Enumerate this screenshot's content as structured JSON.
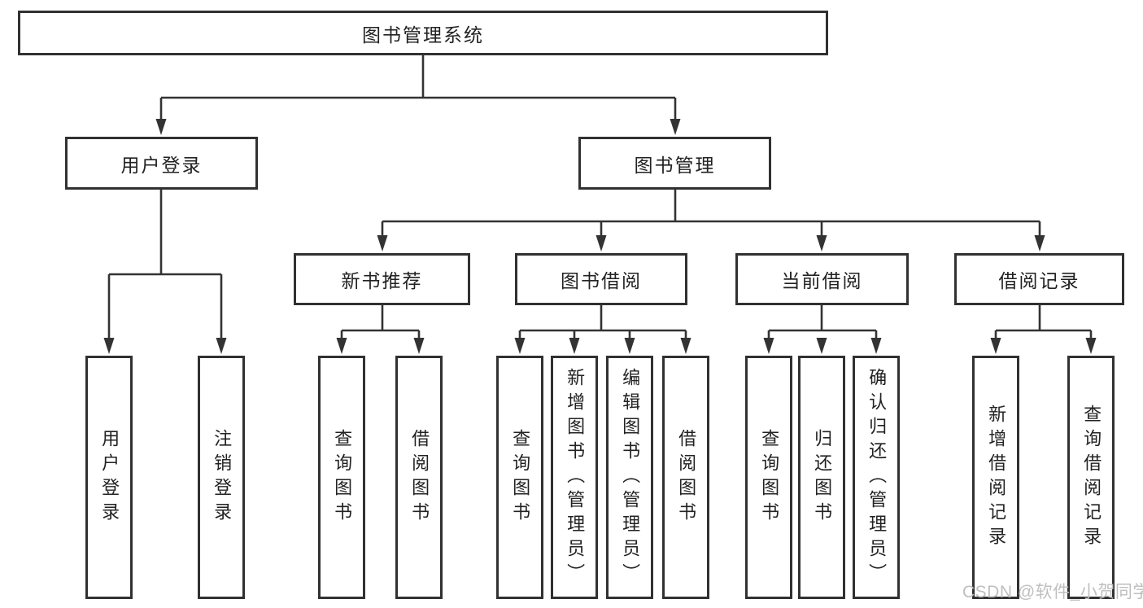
{
  "tree": {
    "label": "图书管理系统",
    "children": [
      {
        "label": "用户登录",
        "children": [
          {
            "label": "用户登录"
          },
          {
            "label": "注销登录"
          }
        ]
      },
      {
        "label": "图书管理",
        "children": [
          {
            "label": "新书推荐",
            "children": [
              {
                "label": "查询图书"
              },
              {
                "label": "借阅图书"
              }
            ]
          },
          {
            "label": "图书借阅",
            "children": [
              {
                "label": "查询图书"
              },
              {
                "label": "新增图书（管理员）"
              },
              {
                "label": "编辑图书（管理员）"
              },
              {
                "label": "借阅图书"
              }
            ]
          },
          {
            "label": "当前借阅",
            "children": [
              {
                "label": "查询图书"
              },
              {
                "label": "归还图书"
              },
              {
                "label": "确认归还（管理员）"
              }
            ]
          },
          {
            "label": "借阅记录",
            "children": [
              {
                "label": "新增借阅记录"
              },
              {
                "label": "查询借阅记录"
              }
            ]
          }
        ]
      }
    ]
  },
  "watermark": "CSDN @软件_小贺同学",
  "colors": {
    "line": "#333333",
    "box_border": "#313131",
    "text": "#222222",
    "background": "#ffffff",
    "watermark": "#bfbfbf"
  }
}
